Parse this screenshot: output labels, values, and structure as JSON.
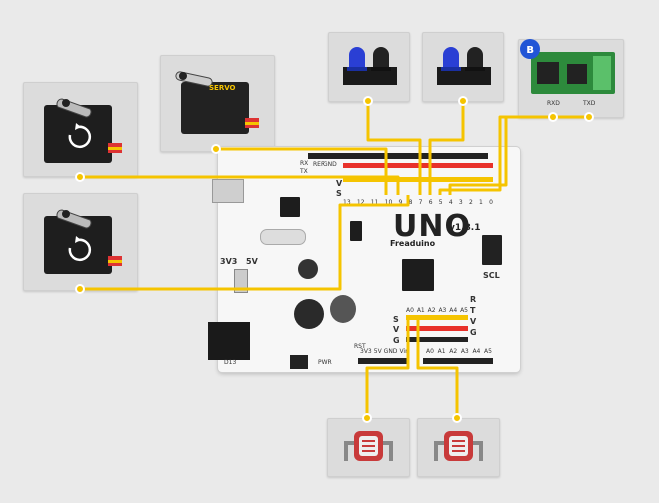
{
  "components": {
    "servo_small_label": "SERVO",
    "bluetooth": {
      "rxd_label": "RXD",
      "txd_label": "TXD",
      "badge": "ʙ"
    }
  },
  "board": {
    "title": "UNO",
    "version": "v1.8.1",
    "brand": "Freaduino",
    "labels": {
      "rx": "RX",
      "tx": "TX",
      "ref": "REF",
      "gnd": "GND",
      "v": "V",
      "s": "S",
      "g": "G",
      "v3v3": "3V3",
      "v5v": "5V",
      "scl": "SCL",
      "r": "R",
      "t": "T",
      "v2": "V",
      "g2": "G",
      "top_pins": [
        "13",
        "12",
        "11",
        "10",
        "9",
        "8",
        "7",
        "6",
        "5",
        "4",
        "3",
        "2",
        "1",
        "0"
      ],
      "analog_top": [
        "A0",
        "A1",
        "A2",
        "A3",
        "A4",
        "A5"
      ],
      "analog_bottom": [
        "A0",
        "A1",
        "A2",
        "A3",
        "A4",
        "A5"
      ],
      "power_row": [
        "3V3",
        "5V",
        "GND",
        "Vin"
      ],
      "rst": "RST",
      "d13": "D13",
      "pwr": "PWR"
    }
  },
  "colors": {
    "wire": "#f5c400",
    "board": "#f7f7f7",
    "header": "#222222",
    "red_pin": "#e8312a",
    "bluetooth_badge": "#2155d6"
  }
}
